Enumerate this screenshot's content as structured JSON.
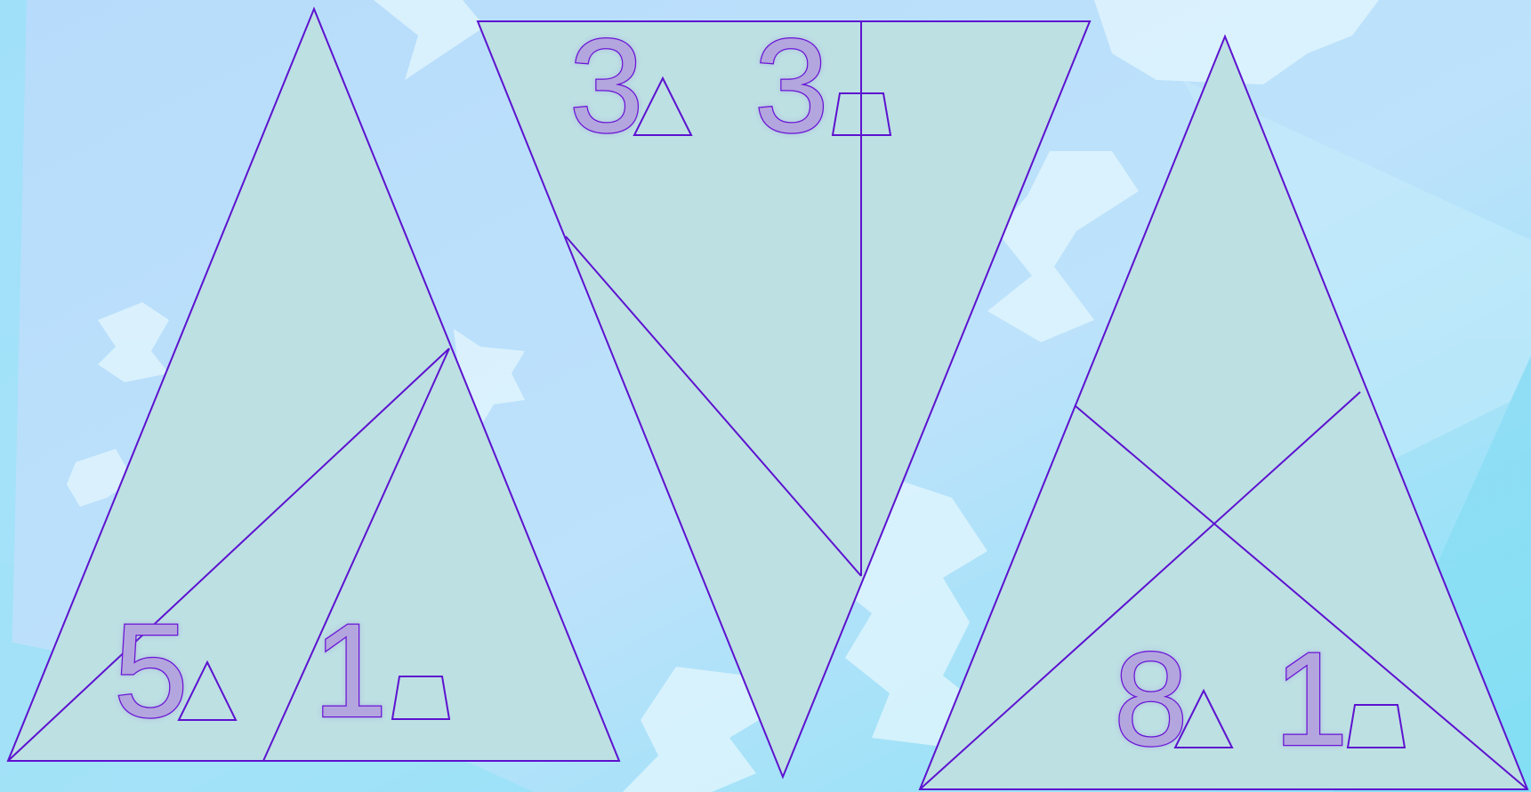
{
  "colors": {
    "background_top": "#bfe6fb",
    "background_bottom": "#8fe4f7",
    "snowflake": "#e2f6fd",
    "shape_fill": "#bde0e3",
    "line": "#5d12cf",
    "digit_fill": "#b3a6de",
    "digit_stroke": "#6a14d6"
  },
  "panels": [
    {
      "id": "left",
      "count_triangles": "5",
      "count_trapezoids": "1",
      "icon_triangle": "triangle-icon",
      "icon_trapezoid": "trapezoid-icon"
    },
    {
      "id": "middle",
      "count_triangles": "3",
      "count_trapezoids": "3",
      "icon_triangle": "triangle-icon",
      "icon_trapezoid": "trapezoid-icon"
    },
    {
      "id": "right",
      "count_triangles": "8",
      "count_trapezoids": "1",
      "icon_triangle": "triangle-icon",
      "icon_trapezoid": "trapezoid-icon"
    }
  ]
}
